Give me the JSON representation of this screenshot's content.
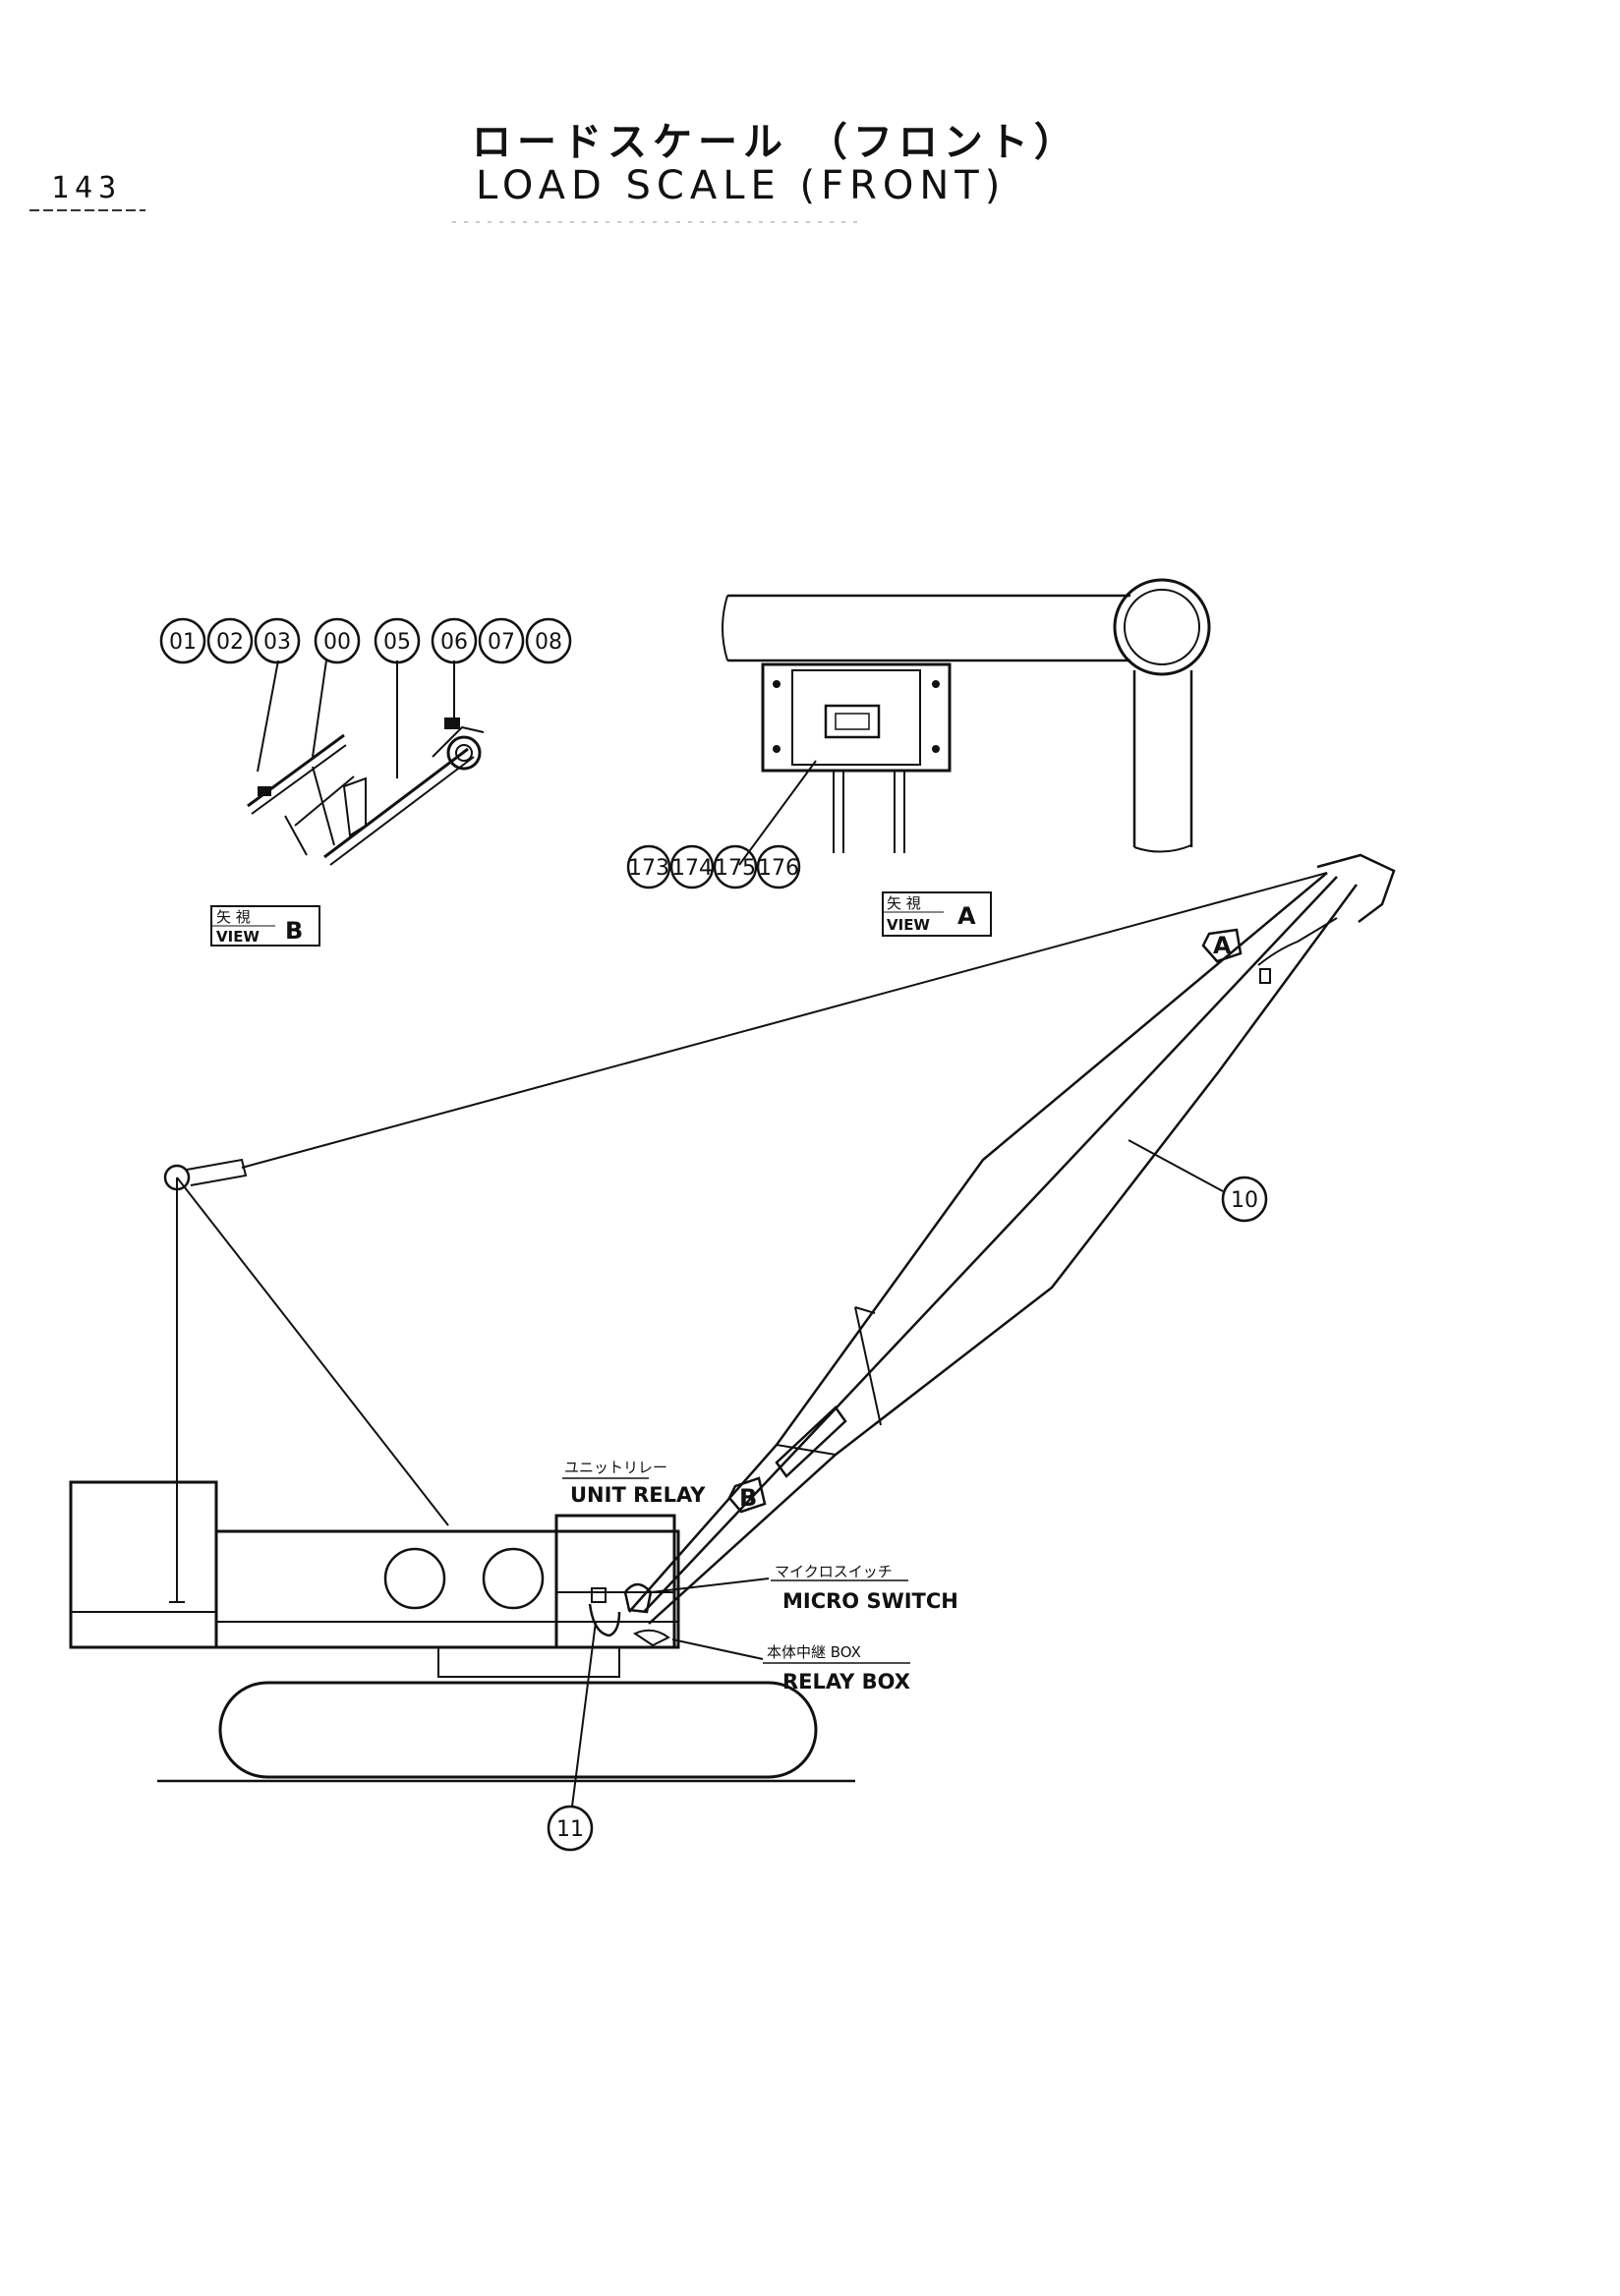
{
  "page_number": "143",
  "title_jp": "ロードスケール （フロント）",
  "title_en": "LOAD SCALE (FRONT)",
  "views": {
    "b": {
      "label_jp": "矢 視",
      "label_en": "VIEW",
      "letter": "B",
      "callouts": [
        "01",
        "02",
        "03",
        "00",
        "05",
        "06",
        "07",
        "08"
      ]
    },
    "a": {
      "label_jp": "矢 視",
      "label_en": "VIEW",
      "letter": "A",
      "callouts": [
        "173",
        "174",
        "175",
        "176"
      ]
    }
  },
  "markers": {
    "a": "A",
    "b": "B"
  },
  "callouts_main": {
    "boom": "10",
    "relay": "11"
  },
  "labels": {
    "unit_relay_jp": "ユニットリレー",
    "unit_relay_en": "UNIT RELAY",
    "micro_switch_jp": "マイクロスイッチ",
    "micro_switch_en": "MICRO SWITCH",
    "relay_box_jp": "本体中継 BOX",
    "relay_box_en": "RELAY BOX"
  }
}
